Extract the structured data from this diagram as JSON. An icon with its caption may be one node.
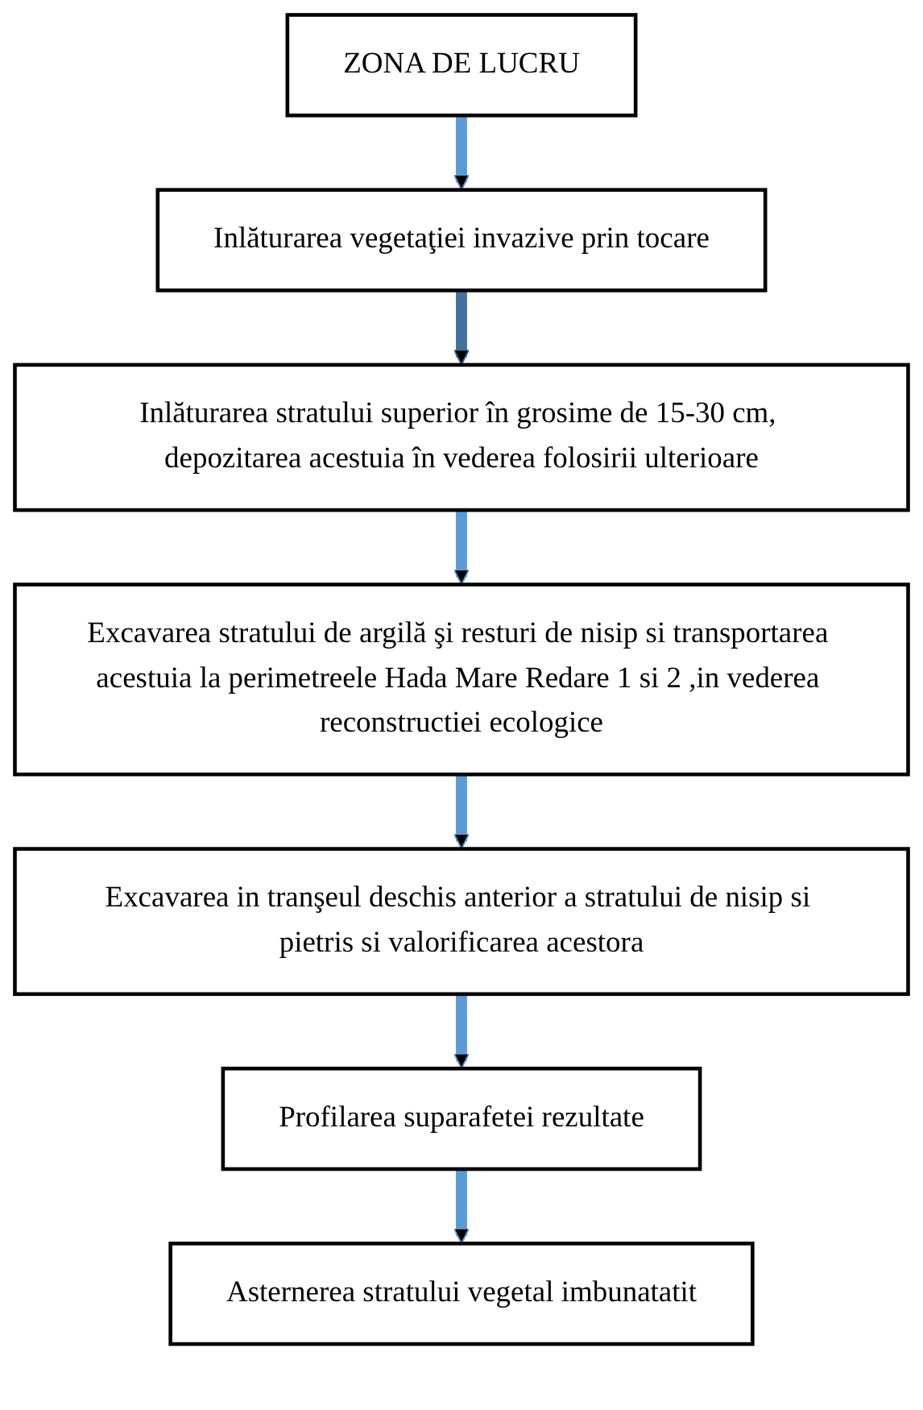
{
  "diagram": {
    "nodes": [
      {
        "text": [
          "ZONA DE LUCRU"
        ]
      },
      {
        "text": [
          "Inlăturarea vegetaţiei invazive prin tocare"
        ]
      },
      {
        "text": [
          "Inlăturarea stratului superior în grosime de 15-30 cm, depozitarea acestuia în vederea folosirii ulterioare"
        ]
      },
      {
        "text": [
          "Excavarea stratului de argilă şi resturi de nisip si transportarea acestuia la perimetreele Hada Mare Redare 1 si 2 ,in vederea reconstructiei ecologice"
        ]
      },
      {
        "text": [
          "Excavarea in tranşeul deschis anterior a stratului de nisip si pietris si valorificarea acestora"
        ]
      },
      {
        "text": [
          "Profilarea suparafetei rezultate"
        ]
      },
      {
        "text": [
          "Asternerea stratului vegetal imbunatatit"
        ]
      }
    ],
    "edges": [
      {
        "from": 0,
        "to": 1,
        "arrow": "to"
      },
      {
        "from": 1,
        "to": 2,
        "arrow": "to",
        "color": "#41719c"
      },
      {
        "from": 2,
        "to": 3,
        "arrow": "to"
      },
      {
        "from": 3,
        "to": 4,
        "arrow": "to"
      },
      {
        "from": 4,
        "to": 5,
        "arrow": "to"
      },
      {
        "from": 5,
        "to": 6,
        "arrow": "to"
      }
    ]
  }
}
